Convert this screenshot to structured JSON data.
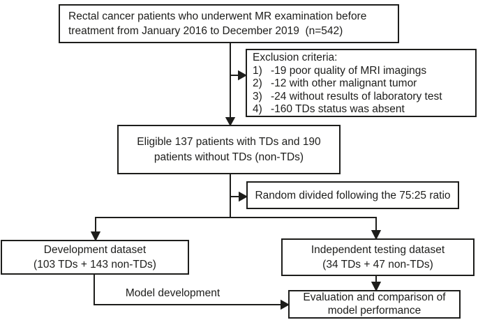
{
  "figure": {
    "background": "#ffffff",
    "line_color": "#1d1d1b",
    "text_color": "#1d1d1b"
  },
  "boxes": {
    "enrollment": {
      "lines": [
        "Rectal cancer patients who underwent MR examination before",
        "treatment from January 2016 to December 2019  (n=542)"
      ]
    },
    "exclusion": {
      "heading": "Exclusion criteria:",
      "items": [
        {
          "num": "1)",
          "text": "-19 poor quality of MRI imagings"
        },
        {
          "num": "2)",
          "text": "-12 with other malignant tumor"
        },
        {
          "num": "3)",
          "text": "-24 without results of laboratory test"
        },
        {
          "num": "4)",
          "text": "-160 TDs status was absent"
        }
      ]
    },
    "eligible": {
      "lines": [
        "Eligible 137 patients with TDs and 190",
        "patients without TDs (non-TDs)"
      ]
    },
    "random_split": {
      "text": "Random divided following the 75:25 ratio"
    },
    "development": {
      "lines": [
        "Development dataset",
        "(103 TDs + 143 non-TDs)"
      ]
    },
    "testing": {
      "lines": [
        "Independent testing dataset",
        "(34 TDs + 47 non-TDs)"
      ]
    },
    "evaluation": {
      "lines": [
        "Evaluation and comparison of",
        "model performance"
      ]
    }
  },
  "edge_labels": {
    "model_development": "Model development"
  }
}
